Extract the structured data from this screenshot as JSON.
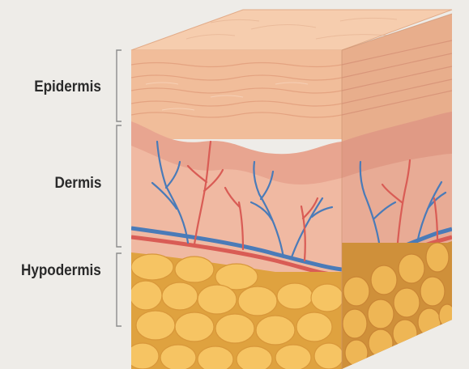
{
  "labels": {
    "epidermis": "Epidermis",
    "dermis": "Dermis",
    "hypodermis": "Hypodermis"
  },
  "colors": {
    "background": "#eeece8",
    "epidermis_front": "#f1bd9a",
    "epidermis_top": "#f6cdae",
    "dermis": "#f0b9a2",
    "dermis_wave": "#e8a590",
    "hypodermis_fat": "#f6c463",
    "hypodermis_shadow": "#dfa23f",
    "vein": "#4a7bb8",
    "artery": "#d95c55",
    "bracket": "#8c8c8c"
  }
}
